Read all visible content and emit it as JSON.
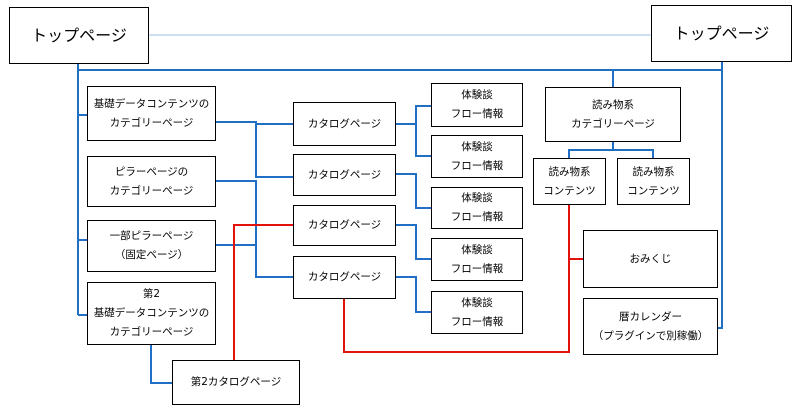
{
  "nodes": {
    "top_page_left": {
      "lines": [
        "トップページ"
      ]
    },
    "top_page_right": {
      "lines": [
        "トップページ"
      ]
    },
    "basic_data_category": {
      "lines": [
        "基礎データコンテンツの",
        "カテゴリーページ"
      ]
    },
    "pillar_category": {
      "lines": [
        "ピラーページの",
        "カテゴリーページ"
      ]
    },
    "partial_pillar": {
      "lines": [
        "一部ピラーページ",
        "（固定ページ）"
      ]
    },
    "second_basic_data_category": {
      "lines": [
        "第2",
        "基礎データコンテンツの",
        "カテゴリーページ"
      ]
    },
    "second_catalog": {
      "lines": [
        "第2カタログページ"
      ]
    },
    "catalog_1": {
      "lines": [
        "カタログページ"
      ]
    },
    "catalog_2": {
      "lines": [
        "カタログページ"
      ]
    },
    "catalog_3": {
      "lines": [
        "カタログページ"
      ]
    },
    "catalog_4": {
      "lines": [
        "カタログページ"
      ]
    },
    "experience_1": {
      "lines": [
        "体験談",
        "フロー情報"
      ]
    },
    "experience_2": {
      "lines": [
        "体験談",
        "フロー情報"
      ]
    },
    "experience_3": {
      "lines": [
        "体験談",
        "フロー情報"
      ]
    },
    "experience_4": {
      "lines": [
        "体験談",
        "フロー情報"
      ]
    },
    "experience_5": {
      "lines": [
        "体験談",
        "フロー情報"
      ]
    },
    "reading_category": {
      "lines": [
        "読み物系",
        "カテゴリーページ"
      ]
    },
    "reading_content_1": {
      "lines": [
        "読み物系",
        "コンテンツ"
      ]
    },
    "reading_content_2": {
      "lines": [
        "読み物系",
        "コンテンツ"
      ]
    },
    "omikuji": {
      "lines": [
        "おみくじ"
      ]
    },
    "calendar": {
      "lines": [
        "暦カレンダー",
        "（プラグインで別稼働）"
      ]
    }
  },
  "colors": {
    "blue_line": "#1f6fc5",
    "light_blue_line": "#9dbfe6",
    "red_line": "#e3120b",
    "border": "#000000"
  }
}
